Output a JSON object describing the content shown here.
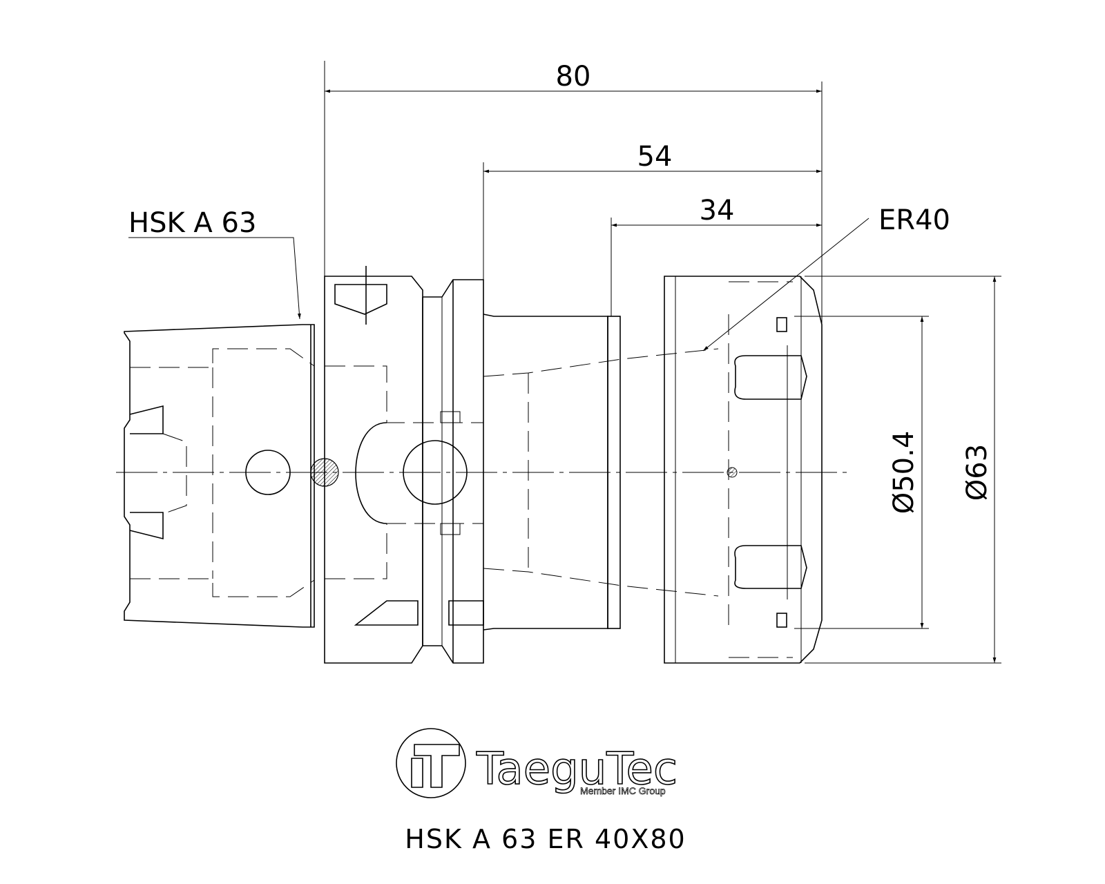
{
  "drawing": {
    "dimensions": {
      "overall_length": "80",
      "body_length": "54",
      "nut_length": "34",
      "nut_inner_diameter": "Ø50.4",
      "nut_outer_diameter": "Ø63"
    },
    "callouts": {
      "shank_type": "HSK A 63",
      "collet_type": "ER40"
    }
  },
  "logo": {
    "brand": "TaeguTec",
    "tagline": "Member IMC Group"
  },
  "product": {
    "designation": "HSK A 63 ER 40X80"
  }
}
